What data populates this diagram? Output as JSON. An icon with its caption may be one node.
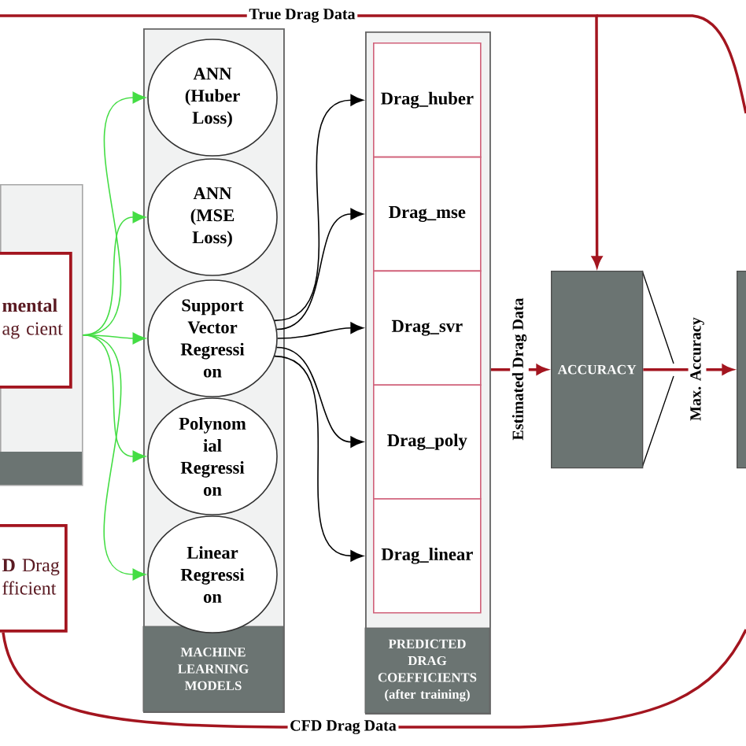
{
  "diagram": {
    "nodes": [
      {
        "text": [],
        "shape": "box"
      },
      {
        "text": [
          "**mental** ag cient"
        ],
        "in": 0
      },
      {
        "text": [
          "**D** Drag fficient"
        ]
      },
      {
        "text": [
          "MACHINE LEARNING MODELS"
        ]
      },
      {
        "text": [
          "ANN (Huber Loss)"
        ],
        "in": 3
      },
      {
        "text": [
          "ANN (MSE Loss)"
        ],
        "in": 3
      },
      {
        "text": [
          "Support Vector Regressi on"
        ],
        "in": 3
      },
      {
        "text": [
          "Polynom ial Regressi on"
        ],
        "in": 3
      },
      {
        "text": [
          "Linear Regressi on"
        ],
        "in": 3
      },
      {
        "text": [
          "PREDICTED DRAG COEFFICIENTS (after training)"
        ]
      },
      {
        "text": [
          "Drag_huber"
        ],
        "in": 9
      },
      {
        "text": [
          "Drag_mse"
        ],
        "in": 9
      },
      {
        "text": [
          "Drag_svr"
        ],
        "in": 9
      },
      {
        "text": [
          "Drag_poly"
        ],
        "in": 9
      },
      {
        "text": [
          "Drag_linear"
        ],
        "in": 9
      },
      {
        "text": [
          "ACCURACY"
        ]
      },
      {
        "text": [],
        "shape": "box"
      }
    ],
    "edges": [
      {
        "from": 0,
        "to": 4,
        "arrow": "to",
        "color": "#44dd44"
      },
      {
        "from": 0,
        "to": 5,
        "arrow": "to",
        "color": "#44dd44"
      },
      {
        "from": 0,
        "to": 6,
        "arrow": "to",
        "color": "#44dd44"
      },
      {
        "from": 0,
        "to": 7,
        "arrow": "to",
        "color": "#44dd44"
      },
      {
        "from": 0,
        "to": 8,
        "arrow": "to",
        "color": "#44dd44"
      },
      {
        "from": 6,
        "to": 10,
        "arrow": "to",
        "color": "#000000"
      },
      {
        "from": 6,
        "to": 11,
        "arrow": "to",
        "color": "#000000"
      },
      {
        "from": 6,
        "to": 12,
        "arrow": "to",
        "color": "#000000"
      },
      {
        "from": 6,
        "to": 13,
        "arrow": "to",
        "color": "#000000"
      },
      {
        "from": 6,
        "to": 14,
        "arrow": "to",
        "color": "#000000"
      },
      {
        "from": 9,
        "to": 15,
        "label": "Estimated Drag Data",
        "arrow": "to",
        "color": "#a3151f"
      },
      {
        "from": 15,
        "to": 16,
        "label": "Max. Accuracy",
        "arrow": "to",
        "color": "#a3151f"
      },
      {
        "from": null,
        "to": 15,
        "label": "True Drag Data",
        "arrow": "to",
        "color": "#a3151f"
      },
      {
        "from": 2,
        "to": null,
        "label": "CFD Drag Data",
        "arrow": "none",
        "color": "#a3151f"
      }
    ]
  }
}
